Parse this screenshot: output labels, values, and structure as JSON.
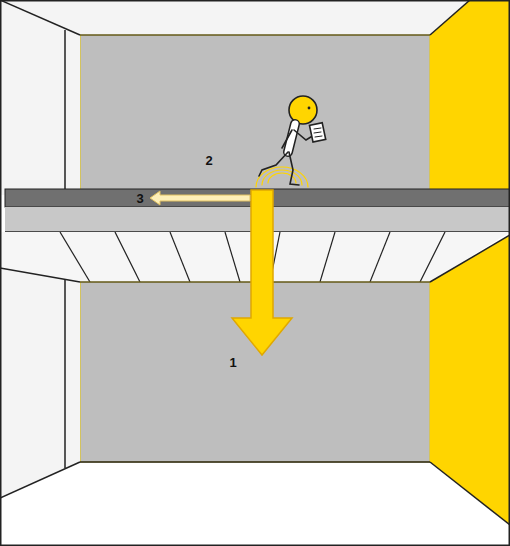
{
  "diagram": {
    "labels": [
      "2",
      "3",
      "1"
    ]
  }
}
